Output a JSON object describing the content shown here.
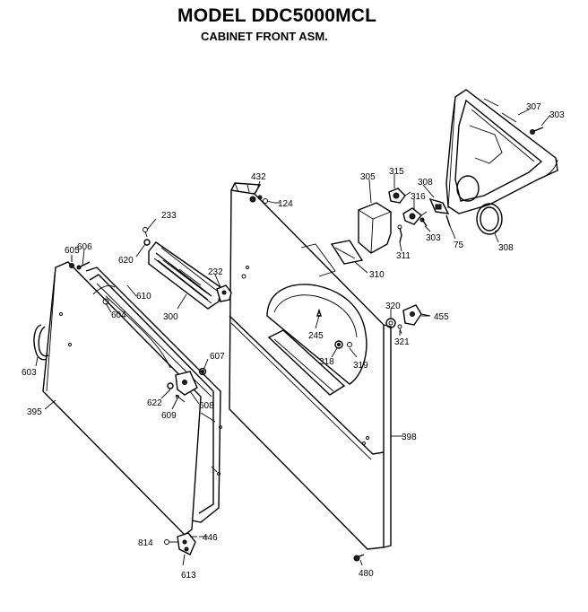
{
  "title": "MODEL DDC5000MCL",
  "subtitle": "CABINET FRONT ASM.",
  "part_labels": [
    {
      "id": "l307",
      "text": "307"
    },
    {
      "id": "l303a",
      "text": "303"
    },
    {
      "id": "l432",
      "text": "432"
    },
    {
      "id": "l124",
      "text": "124"
    },
    {
      "id": "l305",
      "text": "305"
    },
    {
      "id": "l315",
      "text": "315"
    },
    {
      "id": "l308a",
      "text": "308"
    },
    {
      "id": "l316",
      "text": "316"
    },
    {
      "id": "l303b",
      "text": "303"
    },
    {
      "id": "l75",
      "text": "75"
    },
    {
      "id": "l308b",
      "text": "308"
    },
    {
      "id": "l311",
      "text": "311"
    },
    {
      "id": "l310",
      "text": "310"
    },
    {
      "id": "l233",
      "text": "233"
    },
    {
      "id": "l620",
      "text": "620"
    },
    {
      "id": "l232",
      "text": "232"
    },
    {
      "id": "l605",
      "text": "605"
    },
    {
      "id": "l606",
      "text": "606"
    },
    {
      "id": "l610",
      "text": "610"
    },
    {
      "id": "l604",
      "text": "604"
    },
    {
      "id": "l300",
      "text": "300"
    },
    {
      "id": "l320",
      "text": "320"
    },
    {
      "id": "l455",
      "text": "455"
    },
    {
      "id": "l321",
      "text": "321"
    },
    {
      "id": "l245",
      "text": "245"
    },
    {
      "id": "l318",
      "text": "318"
    },
    {
      "id": "l319",
      "text": "319"
    },
    {
      "id": "l607",
      "text": "607"
    },
    {
      "id": "l603",
      "text": "603"
    },
    {
      "id": "l622",
      "text": "622"
    },
    {
      "id": "l609",
      "text": "609"
    },
    {
      "id": "l608",
      "text": "608"
    },
    {
      "id": "l395",
      "text": "395"
    },
    {
      "id": "l398",
      "text": "398"
    },
    {
      "id": "l814",
      "text": "814"
    },
    {
      "id": "l446",
      "text": "446"
    },
    {
      "id": "l613",
      "text": "613"
    },
    {
      "id": "l480",
      "text": "480"
    }
  ]
}
